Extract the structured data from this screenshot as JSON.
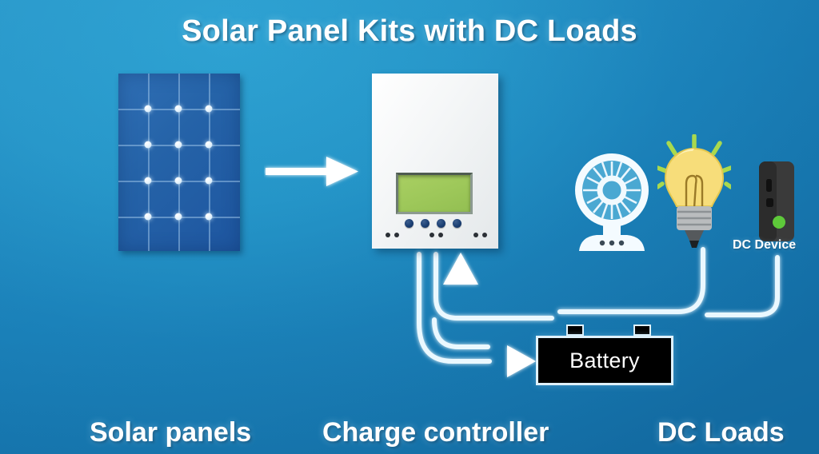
{
  "title": "Solar Panel Kits with DC Loads",
  "background": {
    "color_top": "#2a9fd0",
    "color_bottom": "#1574ad"
  },
  "captions": {
    "solar_panels": "Solar panels",
    "charge_controller": "Charge controller",
    "dc_loads": "DC Loads"
  },
  "components": {
    "solar_panel": {
      "name": "solar-panel",
      "color": "#2563a8",
      "grid_columns": 3,
      "grid_rows": 4,
      "cell_dots": 12
    },
    "charge_controller": {
      "name": "charge-controller",
      "body_color": "#f4f6f7",
      "screen_color": "#9ec85a",
      "buttons": 4,
      "ports": 6
    },
    "battery": {
      "label": "Battery",
      "body_color": "#000000",
      "border_color": "#dff1fb",
      "terminals": 2
    },
    "fan": {
      "name": "dc-fan",
      "color": "#ffffff",
      "base_dots": 3
    },
    "bulb": {
      "name": "light-bulb",
      "glass_color": "#f7dd7a",
      "ray_color": "#a9d94e",
      "rays": 7
    },
    "dc_device": {
      "label": "DC Device",
      "body_color": "#3a3a3a",
      "led_color": "#5ec93a"
    }
  },
  "connections": [
    {
      "from": "solar-panel",
      "to": "charge-controller",
      "style": "straight-arrow"
    },
    {
      "from": "battery",
      "to": "charge-controller",
      "style": "curved-arrow-up"
    },
    {
      "from": "charge-controller",
      "to": "battery",
      "style": "curved-arrow-right"
    },
    {
      "from": "dc-loads",
      "to": "battery",
      "style": "curved-line"
    }
  ]
}
